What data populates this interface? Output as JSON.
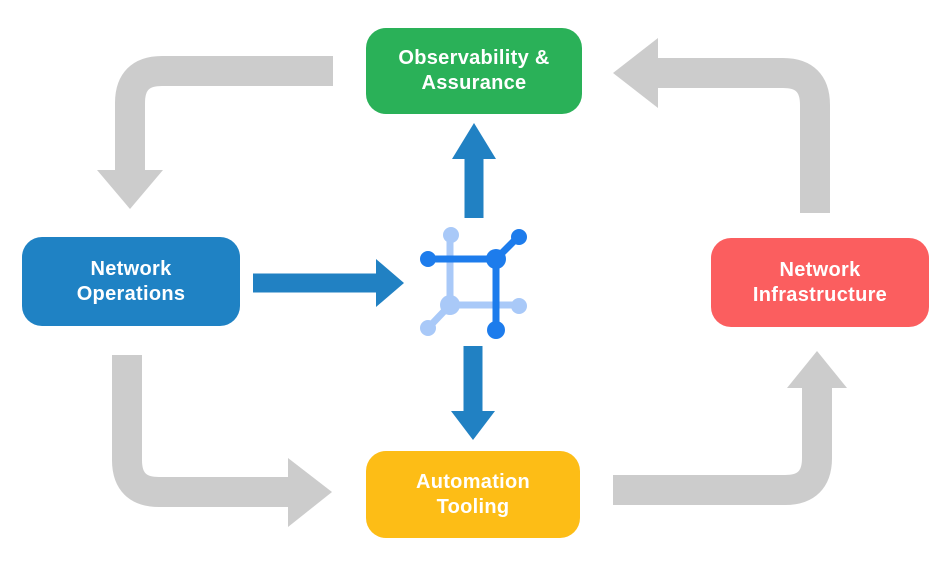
{
  "diagram": {
    "background": "#ffffff",
    "nodes": {
      "observability": {
        "line1": "Observability &",
        "line2": "Assurance",
        "color": "#2ab158"
      },
      "operations": {
        "line1": "Network",
        "line2": "Operations",
        "color": "#1f82c4"
      },
      "infrastructure": {
        "line1": "Network",
        "line2": "Infrastructure",
        "color": "#fb5e5f"
      },
      "automation": {
        "line1": "Automation",
        "line2": "Tooling",
        "color": "#fdbd16"
      }
    },
    "colors": {
      "flow_arrow": "#cccccc",
      "core_arrow": "#2181c3",
      "icon_primary": "#1d7cec",
      "icon_secondary": "#a9c9f8",
      "text": "#ffffff"
    },
    "center_icon": "network-mesh-icon",
    "flows": {
      "observability_to_operations": "gray elbow arrow, top-left, pointing down",
      "operations_to_automation": "gray elbow arrow, bottom-left, pointing right",
      "automation_to_infrastructure": "gray elbow arrow, bottom-right, pointing up",
      "infrastructure_to_observability": "gray elbow arrow, top-right, pointing left",
      "operations_to_core": "blue arrow pointing right",
      "core_to_observability": "blue arrow pointing up",
      "core_to_automation": "blue arrow pointing down"
    }
  }
}
